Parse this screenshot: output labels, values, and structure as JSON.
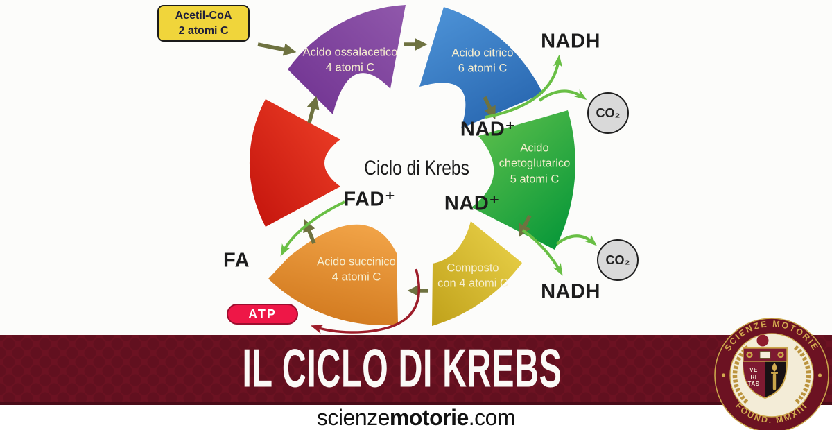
{
  "diagram": {
    "acetyl_box": {
      "line1": "Acetil-CoA",
      "line2": "2 atomi C"
    },
    "center_label": "Ciclo di Krebs",
    "wedges": {
      "oxaloacetate": {
        "line1": "Acido ossalacetico",
        "line2": "4 atomi C"
      },
      "citrate": {
        "line1": "Acido citrico",
        "line2": "6 atomi C"
      },
      "ketoglutarate": {
        "line1": "Acido",
        "line2": "chetoglutarico",
        "line3": "5 atomi C"
      },
      "compound": {
        "line1": "Composto",
        "line2": "con 4 atomi C"
      },
      "succinate": {
        "line1": "Acido succinico",
        "line2": "4 atomi C"
      }
    },
    "molecules": {
      "nadh_top": "NADH",
      "nad_right": "NAD⁺",
      "nad_lower": "NAD⁺",
      "nadh_bottom": "NADH",
      "fad": "FAD⁺",
      "fa": "FA",
      "co2_top": "CO₂",
      "co2_bottom": "CO₂",
      "atp": "ATP"
    }
  },
  "banner": {
    "title": "IL CICLO DI KREBS"
  },
  "footer": {
    "site_name_regular": "scienze",
    "site_name_bold": "motorie",
    "site_domain": ".com"
  },
  "logo": {
    "arc_top": "SCIENZE MOTORIE",
    "arc_bottom": "FOUND. MMXIII",
    "motto": [
      "VE",
      "RI",
      "TAS"
    ]
  },
  "colors": {
    "purple_light": "#9058ab",
    "purple_dark": "#6f3190",
    "blue_light": "#4f95d9",
    "blue_dark": "#2a69b2",
    "green_light": "#63c24d",
    "green_dark": "#0d9a3a",
    "yellow_light": "#ecd44c",
    "yellow_dark": "#c0a11a",
    "orange_light": "#f0a246",
    "orange_dark": "#d0771c",
    "red_light": "#ef4128",
    "red_dark": "#c3130c",
    "olive_arrow": "#6e7240",
    "green_arrow": "#69bf45",
    "red_arrow": "#9d1d2a",
    "banner_bg": "#6c1222",
    "acetyl_fill": "#f0d53b",
    "atp_fill": "#ee1747",
    "atp_border": "#9e0d2e",
    "co2_fill": "#d9d9d9",
    "logo_gold": "#c9a44a"
  }
}
